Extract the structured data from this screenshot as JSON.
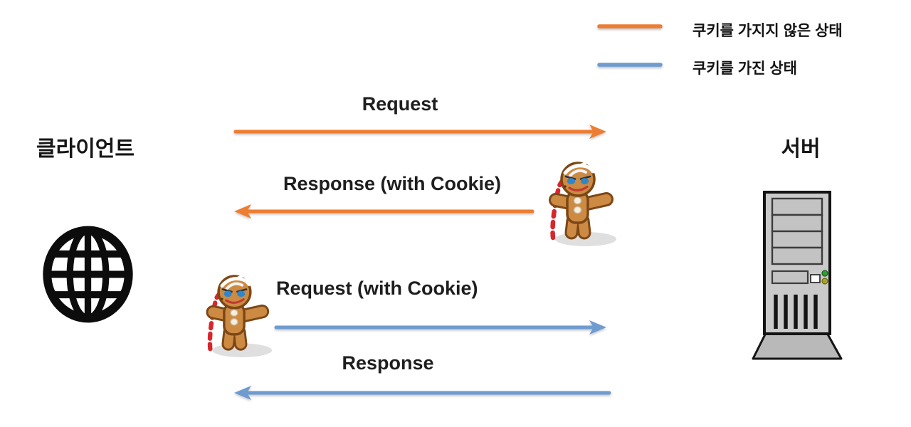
{
  "colors": {
    "no_cookie": "#ED7D31",
    "with_cookie": "#6E9BD0",
    "text": "#1E1E1E"
  },
  "legend": {
    "items": [
      {
        "label": "쿠키를 가지지 않은 상태",
        "state": "no-cookie",
        "color": "#ED7D31"
      },
      {
        "label": "쿠키를 가진 상태",
        "state": "with-cookie",
        "color": "#6E9BD0"
      }
    ]
  },
  "actors": {
    "client": {
      "label": "클라이언트",
      "icon": "globe-icon"
    },
    "server": {
      "label": "서버",
      "icon": "server-tower-icon"
    }
  },
  "messages": [
    {
      "label": "Request",
      "from": "client",
      "to": "server",
      "state": "no-cookie",
      "cookie_icon": false
    },
    {
      "label": "Response (with Cookie)",
      "from": "server",
      "to": "client",
      "state": "no-cookie",
      "cookie_icon": true
    },
    {
      "label": "Request (with Cookie)",
      "from": "client",
      "to": "server",
      "state": "with-cookie",
      "cookie_icon": true
    },
    {
      "label": "Response",
      "from": "server",
      "to": "client",
      "state": "with-cookie",
      "cookie_icon": false
    }
  ]
}
